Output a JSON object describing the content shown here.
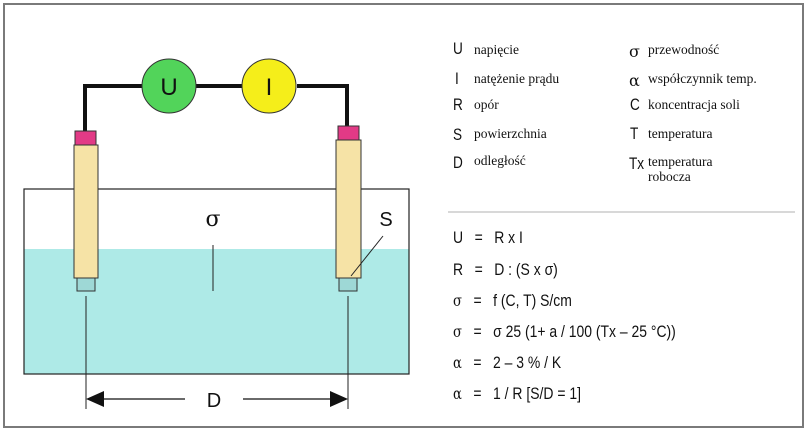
{
  "diagram": {
    "meter_u": "U",
    "meter_i": "I",
    "sigma": "σ",
    "s_label": "S",
    "d_label": "D"
  },
  "legend": {
    "left": [
      {
        "symbol": "U",
        "text": "napięcie"
      },
      {
        "symbol": "I",
        "text": "natężenie prądu"
      },
      {
        "symbol": "R",
        "text": "opór"
      },
      {
        "symbol": "S",
        "text": "powierzchnia"
      },
      {
        "symbol": "D",
        "text": "odległość"
      }
    ],
    "right": [
      {
        "symbol": "σ",
        "text": "przewodność"
      },
      {
        "symbol": "α",
        "text": "współczynnik temp."
      },
      {
        "symbol": "C",
        "text": "koncentracja soli"
      },
      {
        "symbol": "T",
        "text": "temperatura"
      },
      {
        "symbol": "Tx",
        "text": "temperatura",
        "text2": "robocza"
      }
    ]
  },
  "formulas": [
    {
      "lhs": "U",
      "eq": "=",
      "rhs": "R x I"
    },
    {
      "lhs": "R",
      "eq": "=",
      "rhs": "D : (S x σ)"
    },
    {
      "lhs": "σ",
      "eq": "=",
      "rhs": "f (C, T) S/cm"
    },
    {
      "lhs": "σ",
      "eq": "=",
      "rhs": "σ 25 (1+ a / 100 (Tx – 25 °C))"
    },
    {
      "lhs": "α",
      "eq": "=",
      "rhs": "2 – 3 % / K"
    },
    {
      "lhs": "α",
      "eq": "=",
      "rhs": "1 / R [S/D = 1]"
    }
  ],
  "colors": {
    "liquid": "#aeeae7",
    "meter_u": "#52d45a",
    "meter_i": "#f5ee1a",
    "electrode": "#f6e3a6",
    "cap": "#e23a86"
  }
}
